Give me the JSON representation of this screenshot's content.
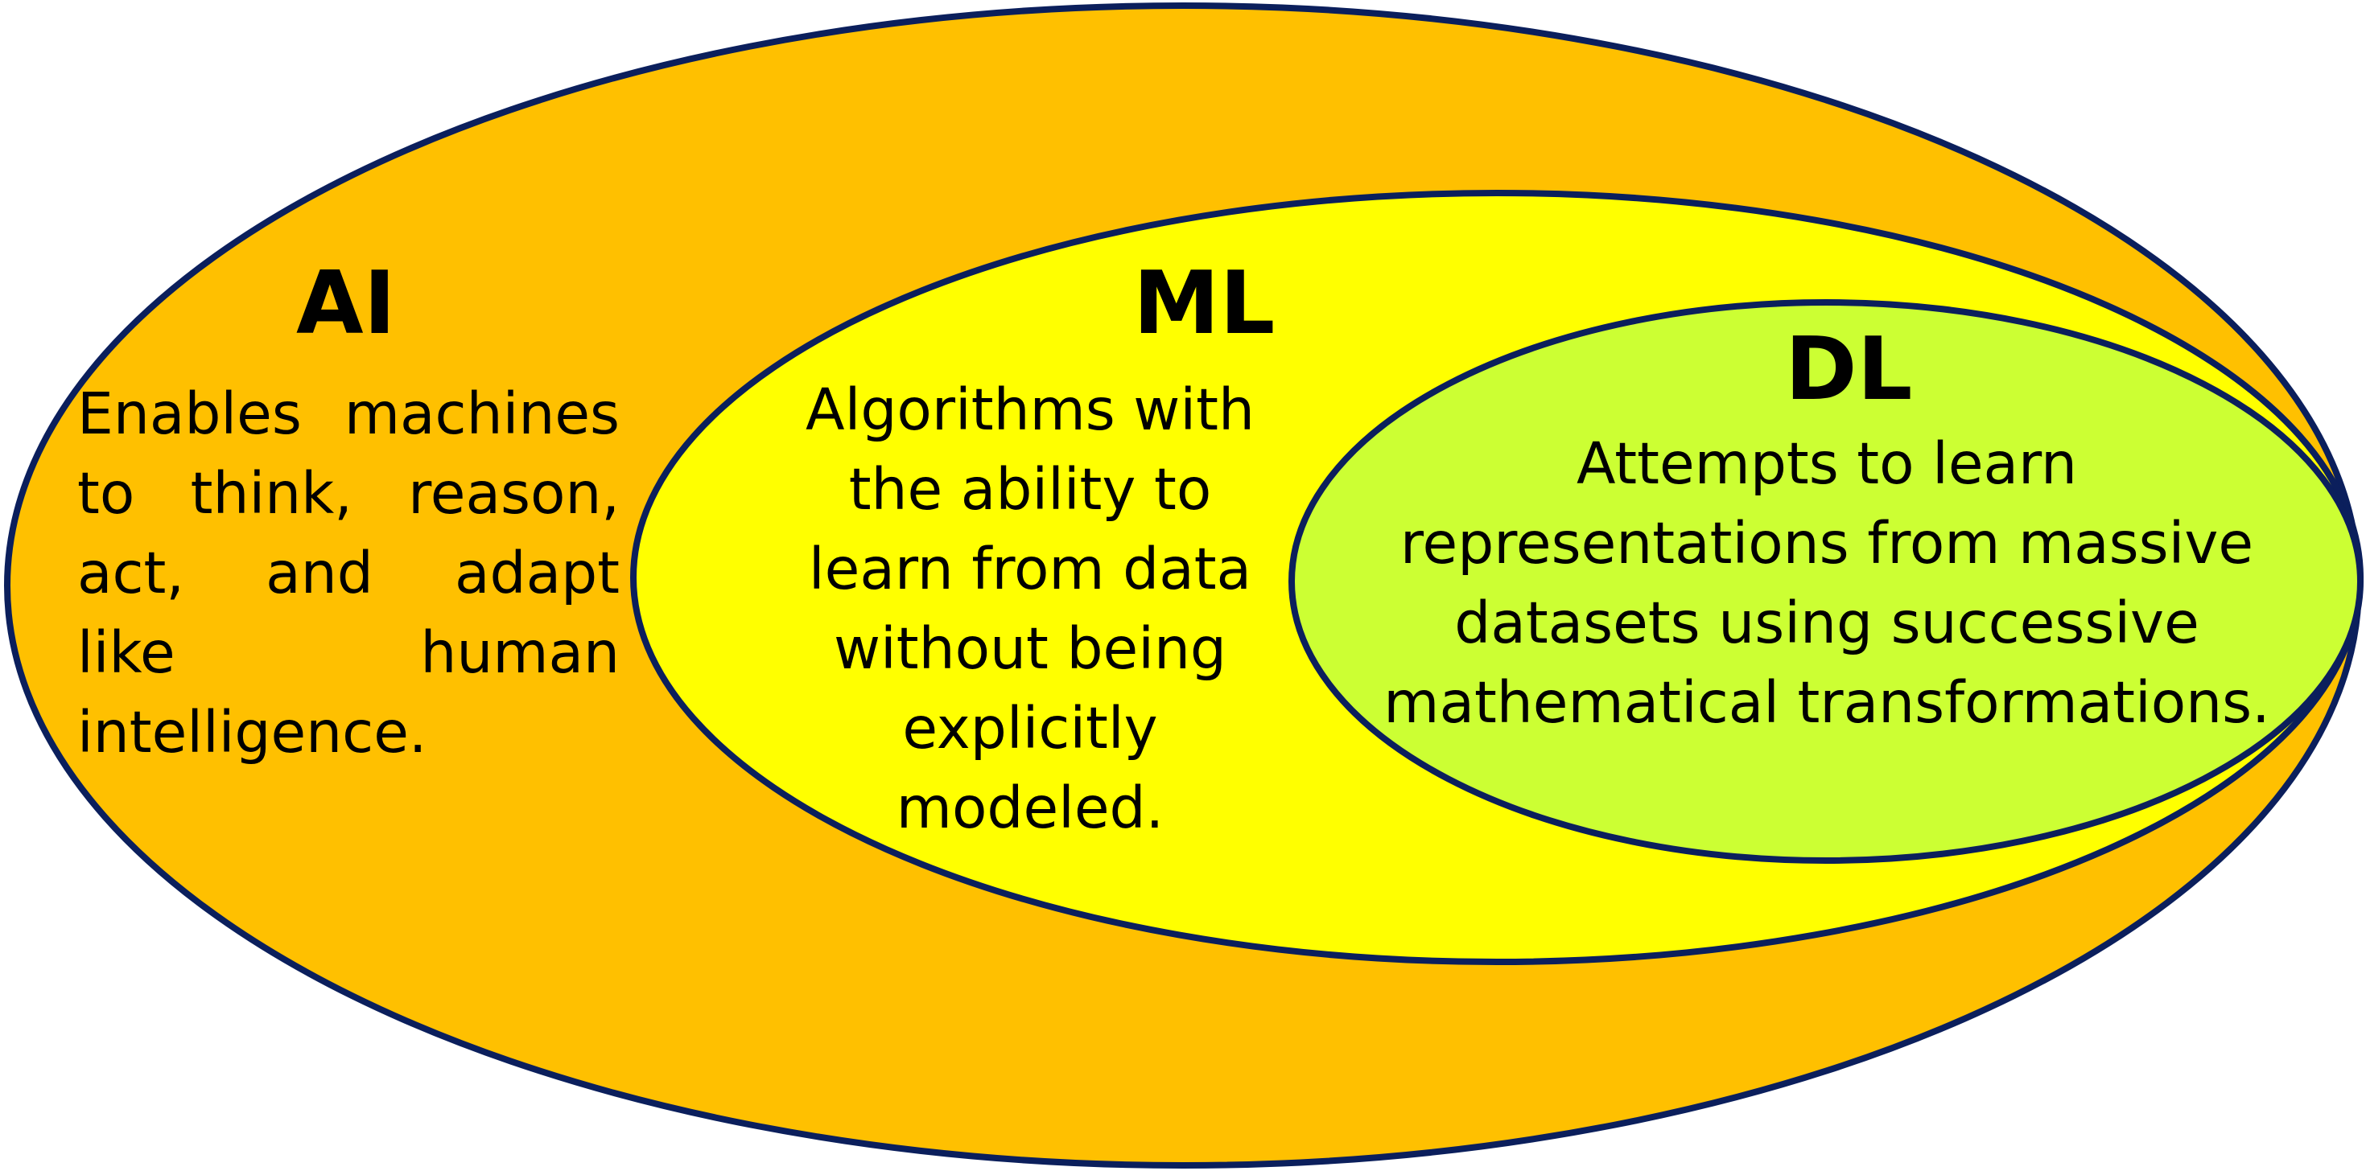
{
  "diagram": {
    "colors": {
      "outline": "#0b1f5c",
      "ai_fill": "#ffc000",
      "ml_fill": "#ffff00",
      "dl_fill": "#ccff33"
    },
    "ai": {
      "title": "AI",
      "lines": [
        "Enables machines",
        "to think, reason,",
        "act, and adapt",
        "like human",
        "intelligence."
      ]
    },
    "ml": {
      "title": "ML",
      "lines": [
        "Algorithms with",
        "the ability to",
        "learn from data",
        "without being",
        "explicitly",
        "modeled."
      ]
    },
    "dl": {
      "title": "DL",
      "lines": [
        "Attempts to learn",
        "representations from massive",
        "datasets using successive",
        "mathematical transformations."
      ]
    }
  }
}
